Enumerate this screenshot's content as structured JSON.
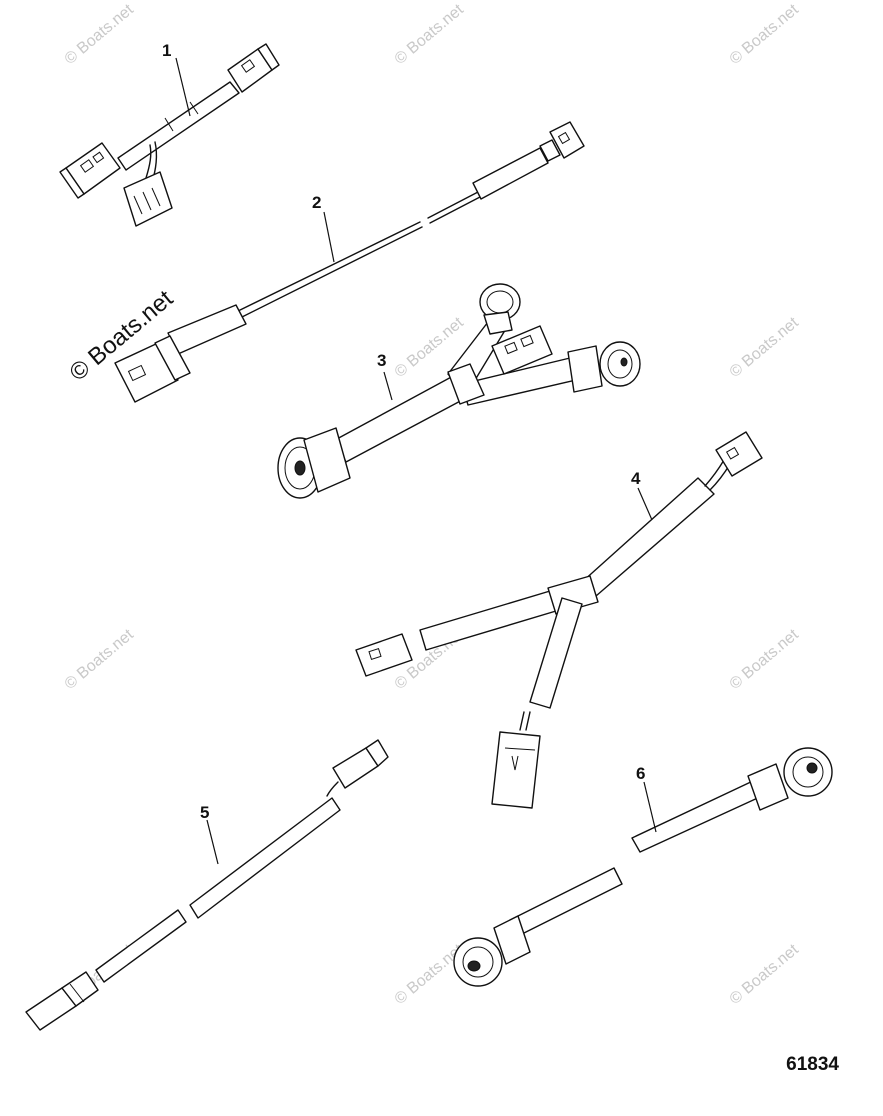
{
  "diagram": {
    "figure_number": "61834",
    "callouts": [
      {
        "id": "1",
        "label": "1"
      },
      {
        "id": "2",
        "label": "2"
      },
      {
        "id": "3",
        "label": "3"
      },
      {
        "id": "4",
        "label": "4"
      },
      {
        "id": "5",
        "label": "5"
      },
      {
        "id": "6",
        "label": "6"
      }
    ],
    "watermark_text": "© Boats.net",
    "colors": {
      "line": "#111111",
      "background": "#ffffff",
      "watermark": "#c9c9c9"
    }
  }
}
